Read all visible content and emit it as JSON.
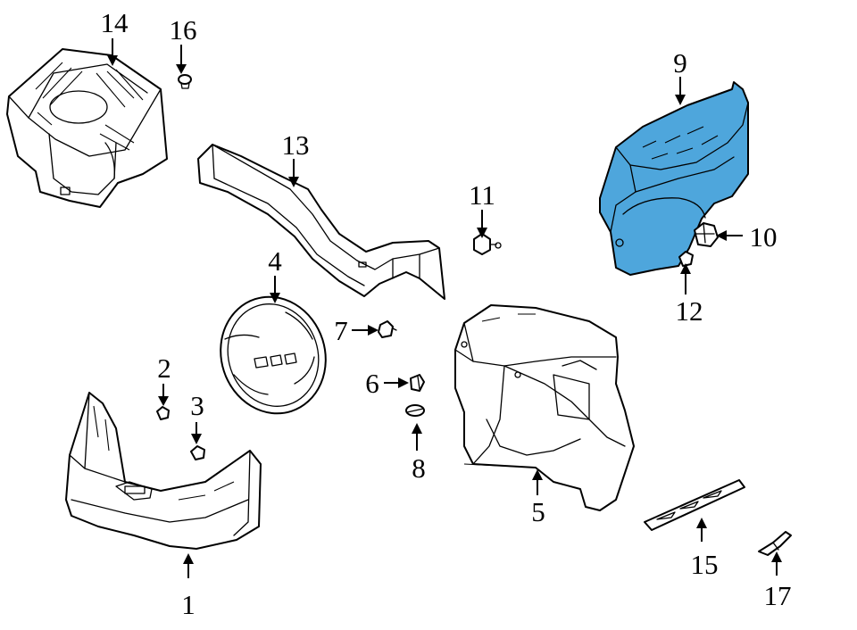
{
  "diagram": {
    "highlight_color": "#4ea6dc",
    "line_color": "#000000",
    "background": "#ffffff",
    "callouts": [
      {
        "id": "1",
        "text": "1"
      },
      {
        "id": "2",
        "text": "2"
      },
      {
        "id": "3",
        "text": "3"
      },
      {
        "id": "4",
        "text": "4"
      },
      {
        "id": "5",
        "text": "5"
      },
      {
        "id": "6",
        "text": "6"
      },
      {
        "id": "7",
        "text": "7"
      },
      {
        "id": "8",
        "text": "8"
      },
      {
        "id": "9",
        "text": "9"
      },
      {
        "id": "10",
        "text": "10"
      },
      {
        "id": "11",
        "text": "11"
      },
      {
        "id": "12",
        "text": "12"
      },
      {
        "id": "13",
        "text": "13"
      },
      {
        "id": "14",
        "text": "14"
      },
      {
        "id": "15",
        "text": "15"
      },
      {
        "id": "16",
        "text": "16"
      },
      {
        "id": "17",
        "text": "17"
      }
    ]
  }
}
